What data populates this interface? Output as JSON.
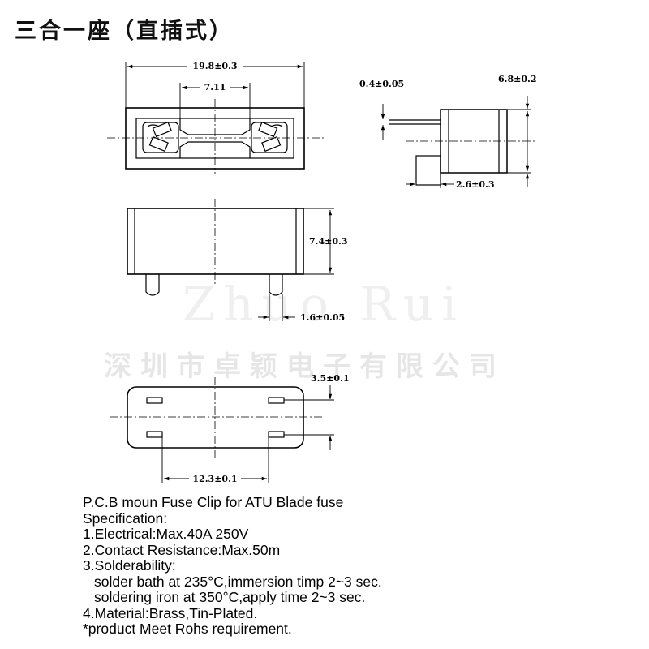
{
  "title": "三合一座（直插式）",
  "watermark": {
    "latin": "Zhuo Rui",
    "chinese": "深圳市卓颖电子有限公司"
  },
  "dimensions": {
    "overall_length": "19.8±0.3",
    "clip_spacing": "7.11",
    "pin_thickness": "0.4±0.05",
    "side_width": "6.8±0.2",
    "pin_offset": "2.6±0.3",
    "height": "7.4±0.3",
    "pin_width": "1.6±0.05",
    "slot_pitch": "3.5±0.1",
    "slot_span": "12.3±0.1"
  },
  "spec": {
    "heading": "P.C.B moun Fuse Clip for ATU Blade fuse",
    "label": "Specification:",
    "item1": "1.Electrical:Max.40A 250V",
    "item2": "2.Contact Resistance:Max.50m",
    "item3": "3.Solderability:",
    "item3a": "solder bath at 235°C,immersion timp 2~3 sec.",
    "item3b": "soldering iron at 350°C,apply time 2~3 sec.",
    "item4": "4.Material:Brass,Tin-Plated.",
    "note": "*product Meet Rohs requirement."
  }
}
